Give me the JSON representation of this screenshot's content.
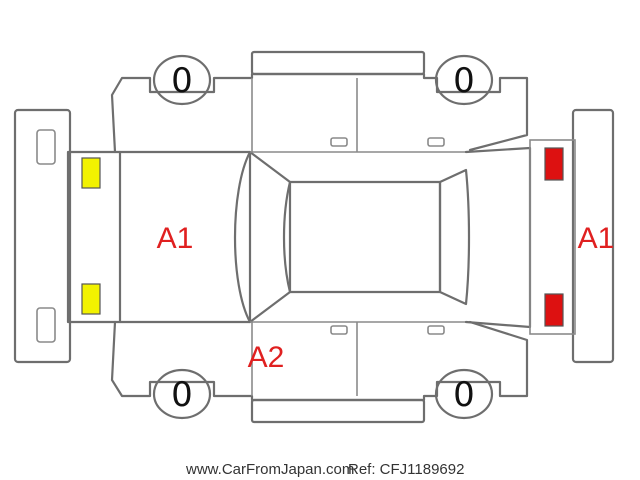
{
  "tires": {
    "front_left": "0",
    "rear_left": "0",
    "front_right": "0",
    "rear_right": "0"
  },
  "damage": {
    "hood": "A1",
    "rear": "A1",
    "left_side": "A2"
  },
  "markers": {
    "front_color": "#f2f200",
    "rear_color": "#dd1111"
  },
  "footer": {
    "website": "www.CarFromJapan.com",
    "ref": "Ref: CFJ1189692"
  }
}
